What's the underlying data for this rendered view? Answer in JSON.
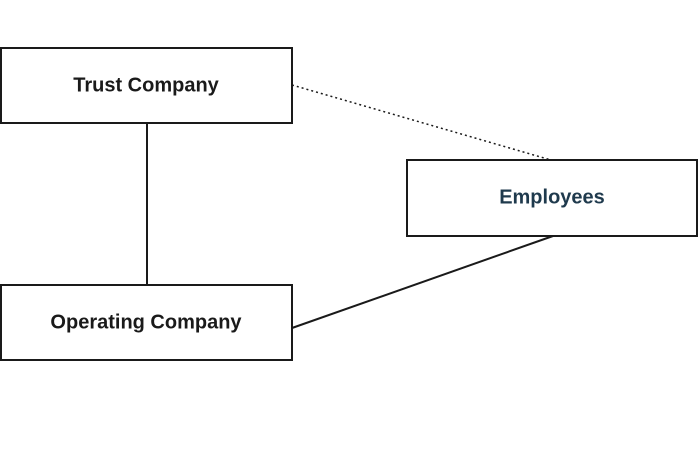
{
  "nodes": {
    "trust_company": {
      "label": "Trust Company",
      "color": "#1a1a1a"
    },
    "operating_company": {
      "label": "Operating Company",
      "color": "#1a1a1a"
    },
    "employees": {
      "label": "Employees",
      "color": "#1f3a4d"
    }
  },
  "edges": [
    {
      "from": "trust_company",
      "to": "operating_company",
      "style": "solid"
    },
    {
      "from": "trust_company",
      "to": "employees",
      "style": "dotted"
    },
    {
      "from": "operating_company",
      "to": "employees",
      "style": "solid"
    }
  ]
}
